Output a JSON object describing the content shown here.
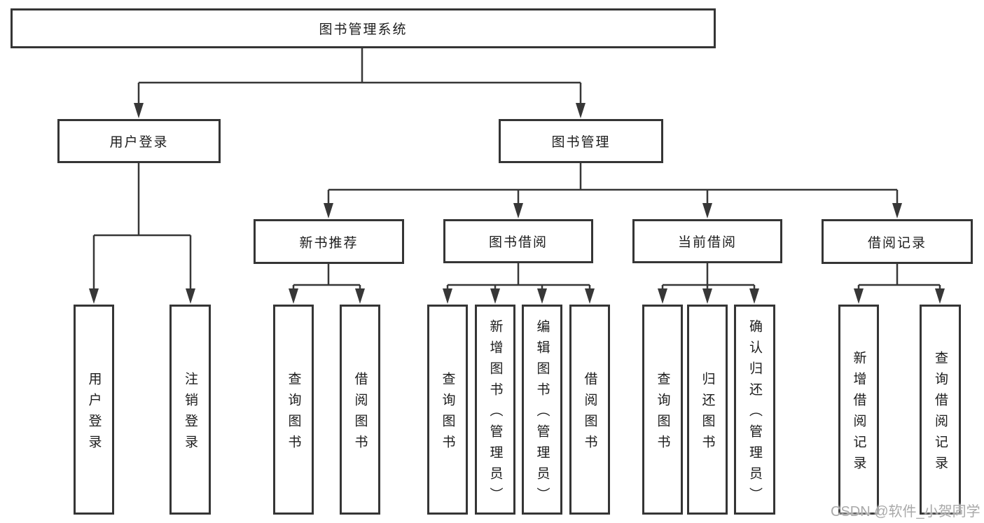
{
  "diagram": {
    "root": {
      "label": "图书管理系统",
      "children": [
        {
          "label": "用户登录",
          "children": [
            {
              "label": "用户登录"
            },
            {
              "label": "注销登录"
            }
          ]
        },
        {
          "label": "图书管理",
          "children": [
            {
              "label": "新书推荐",
              "children": [
                {
                  "label": "查询图书"
                },
                {
                  "label": "借阅图书"
                }
              ]
            },
            {
              "label": "图书借阅",
              "children": [
                {
                  "label": "查询图书"
                },
                {
                  "label": "新增图书（管理员）"
                },
                {
                  "label": "编辑图书（管理员）"
                },
                {
                  "label": "借阅图书"
                }
              ]
            },
            {
              "label": "当前借阅",
              "children": [
                {
                  "label": "查询图书"
                },
                {
                  "label": "归还图书"
                },
                {
                  "label": "确认归还（管理员）"
                }
              ]
            },
            {
              "label": "借阅记录",
              "children": [
                {
                  "label": "新增借阅记录"
                },
                {
                  "label": "查询借阅记录"
                }
              ]
            }
          ]
        }
      ]
    }
  },
  "watermark": {
    "text": "CSDN @软件_小贺同学"
  },
  "colors": {
    "background": "#ffffff",
    "line": "#373737",
    "border": "#353535",
    "text": "#1c1c1c",
    "watermark": "#a9a9a9"
  }
}
